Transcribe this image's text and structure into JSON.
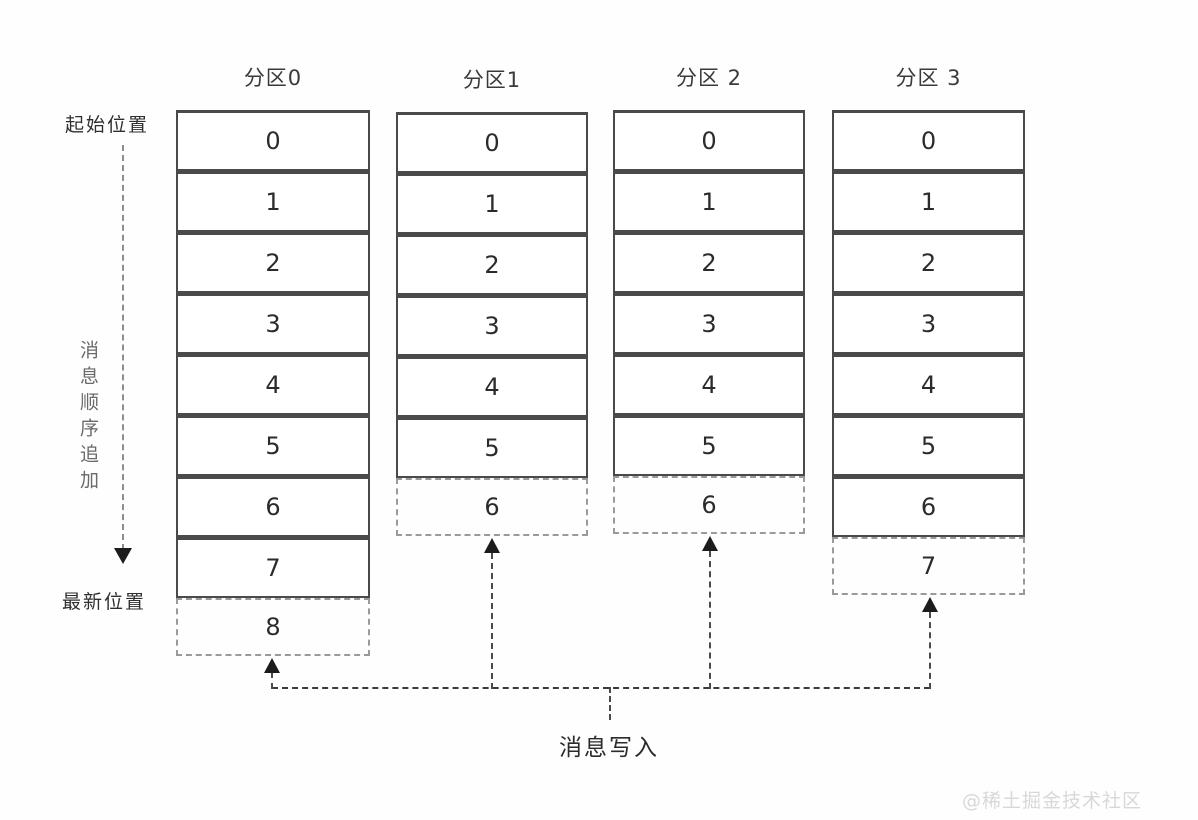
{
  "diagram": {
    "title_watermark": "@稀土掘金技术社区",
    "labels": {
      "start_position": "起始位置",
      "append_order": "消息顺序追加",
      "latest_position": "最新位置",
      "message_write": "消息写入"
    },
    "colors": {
      "solid_border": "#4a4a4a",
      "dashed_border": "#9a9a9a",
      "connector": "#3a3a3a",
      "text": "#2b2b2b",
      "watermark": "#d8d8d8"
    },
    "partitions": [
      {
        "header": "分区0",
        "solid_cells": [
          "0",
          "1",
          "2",
          "3",
          "4",
          "5",
          "6",
          "7"
        ],
        "pending_cell": "8"
      },
      {
        "header": "分区1",
        "solid_cells": [
          "0",
          "1",
          "2",
          "3",
          "4",
          "5"
        ],
        "pending_cell": "6"
      },
      {
        "header": "分区 2",
        "solid_cells": [
          "0",
          "1",
          "2",
          "3",
          "4",
          "5"
        ],
        "pending_cell": "6"
      },
      {
        "header": "分区 3",
        "solid_cells": [
          "0",
          "1",
          "2",
          "3",
          "4",
          "5",
          "6"
        ],
        "pending_cell": "7"
      }
    ]
  }
}
